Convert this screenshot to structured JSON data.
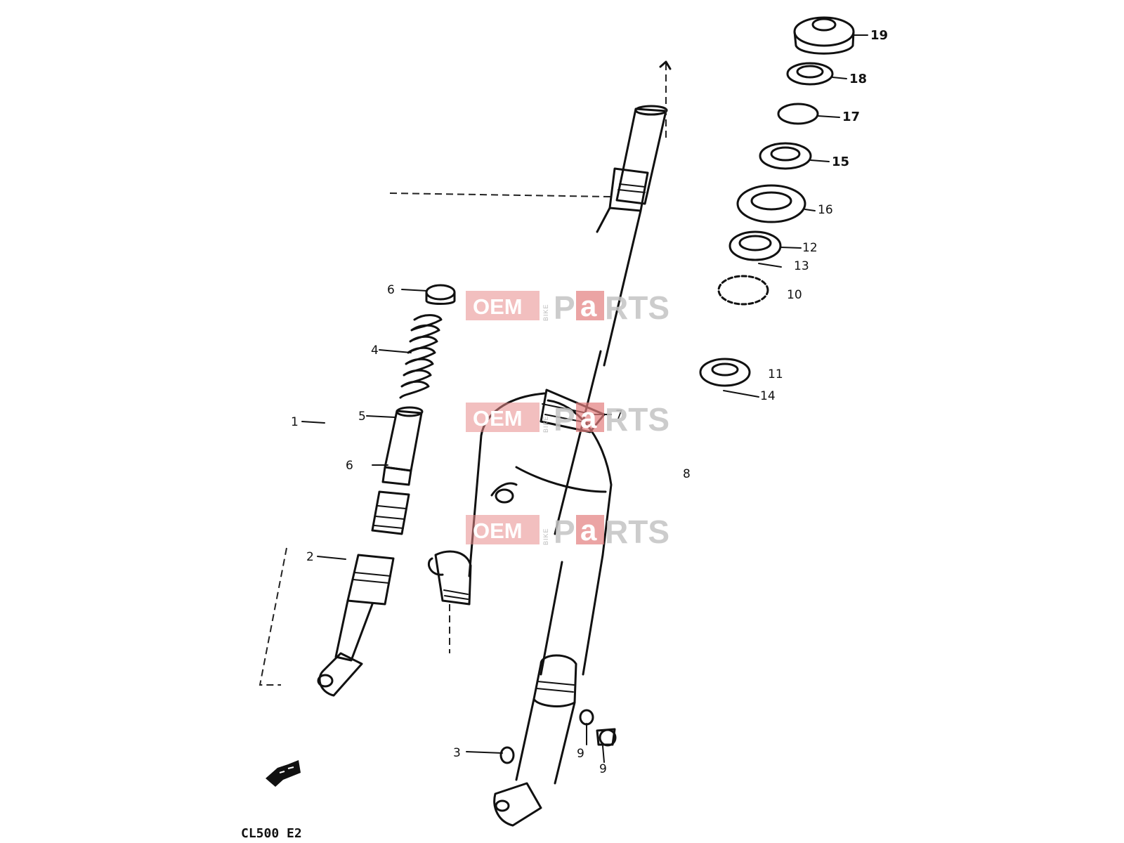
{
  "diagram": {
    "code": "CL500 E2",
    "callouts": [
      "1",
      "2",
      "3",
      "4",
      "5",
      "6",
      "6",
      "7",
      "8",
      "9",
      "9",
      "10",
      "11",
      "12",
      "13",
      "14",
      "15",
      "16",
      "17",
      "18",
      "19"
    ]
  },
  "watermark": {
    "oem": "OEM",
    "bike": "BIKE",
    "p": "P",
    "a": "a",
    "rts": "RTS"
  }
}
